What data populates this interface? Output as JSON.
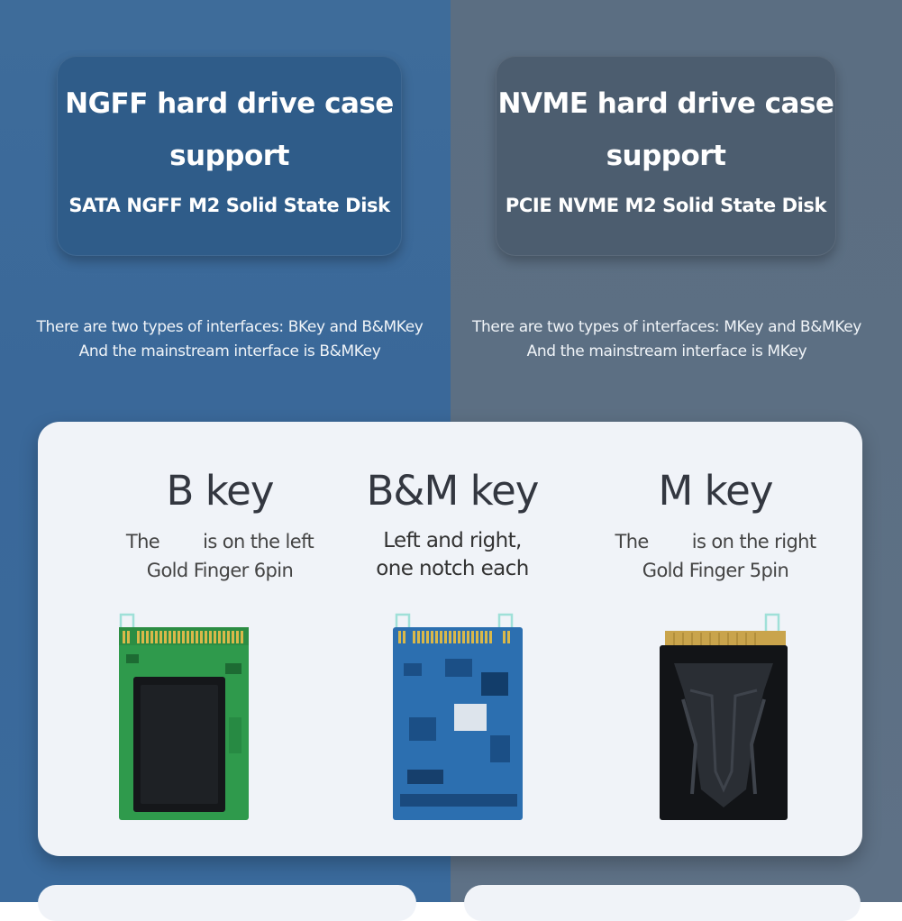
{
  "ngff_box": {
    "title_line1": "NGFF hard drive case",
    "title_line2": "support",
    "subtitle": "SATA NGFF M2 Solid State Disk"
  },
  "nvme_box": {
    "title_line1": "NVME hard drive case",
    "title_line2": "support",
    "subtitle": "PCIE NVME M2 Solid State Disk"
  },
  "ngff_interfaces": {
    "line1": "There are two types of interfaces: BKey and B&MKey",
    "line2": "And the mainstream interface is B&MKey"
  },
  "nvme_interfaces": {
    "line1": "There are two types of interfaces: MKey and B&MKey",
    "line2": "And the mainstream interface is MKey"
  },
  "keys": {
    "b": {
      "title": "B key",
      "desc_pre": "The",
      "desc_post": "is on the left",
      "desc_line2": "Gold Finger 6pin"
    },
    "bm": {
      "title": "B&M key",
      "desc_line1": "Left and right,",
      "desc_line2": "one notch each"
    },
    "m": {
      "title": "M key",
      "desc_pre": "The",
      "desc_post": "is on the right",
      "desc_line2": "Gold Finger 5pin"
    }
  },
  "colors": {
    "left_bg": "#3a6899",
    "right_bg": "#5c6f83",
    "panel_bg": "#f0f3f8",
    "notch_marker": "#9fe0d8"
  },
  "icons": [
    "sata-ssd-b-key-image",
    "nvme-ssd-bm-key-image",
    "nvme-ssd-m-key-image"
  ]
}
